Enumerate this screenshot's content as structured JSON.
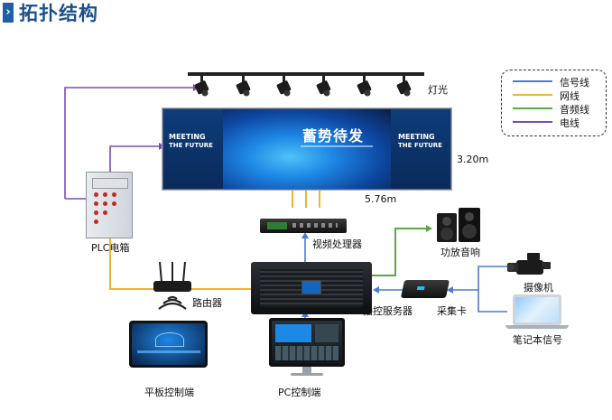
{
  "title": "拓扑结构",
  "legend": [
    {
      "label": "信号线",
      "color": "#4a7bd0"
    },
    {
      "label": "网线",
      "color": "#f2b233"
    },
    {
      "label": "音频线",
      "color": "#5aa84a"
    },
    {
      "label": "电线",
      "color": "#7a4bb5"
    }
  ],
  "nodes": {
    "lights": "灯光",
    "plc": "PLC电箱",
    "router": "路由器",
    "tablet": "平板控制端",
    "video_processor": "视频处理器",
    "media_server": "播控服务器",
    "pc": "PC控制端",
    "amp_speaker": "功放音响",
    "capture_card": "采集卡",
    "camera": "摄像机",
    "laptop": "笔记本信号"
  },
  "dimensions": {
    "height": "3.20m",
    "width": "5.76m"
  },
  "screen": {
    "left_title_1": "MEETING",
    "left_title_2": "THE FUTURE",
    "right_title_1": "MEETING",
    "right_title_2": "THE FUTURE",
    "center_title": "蓄势待发"
  }
}
